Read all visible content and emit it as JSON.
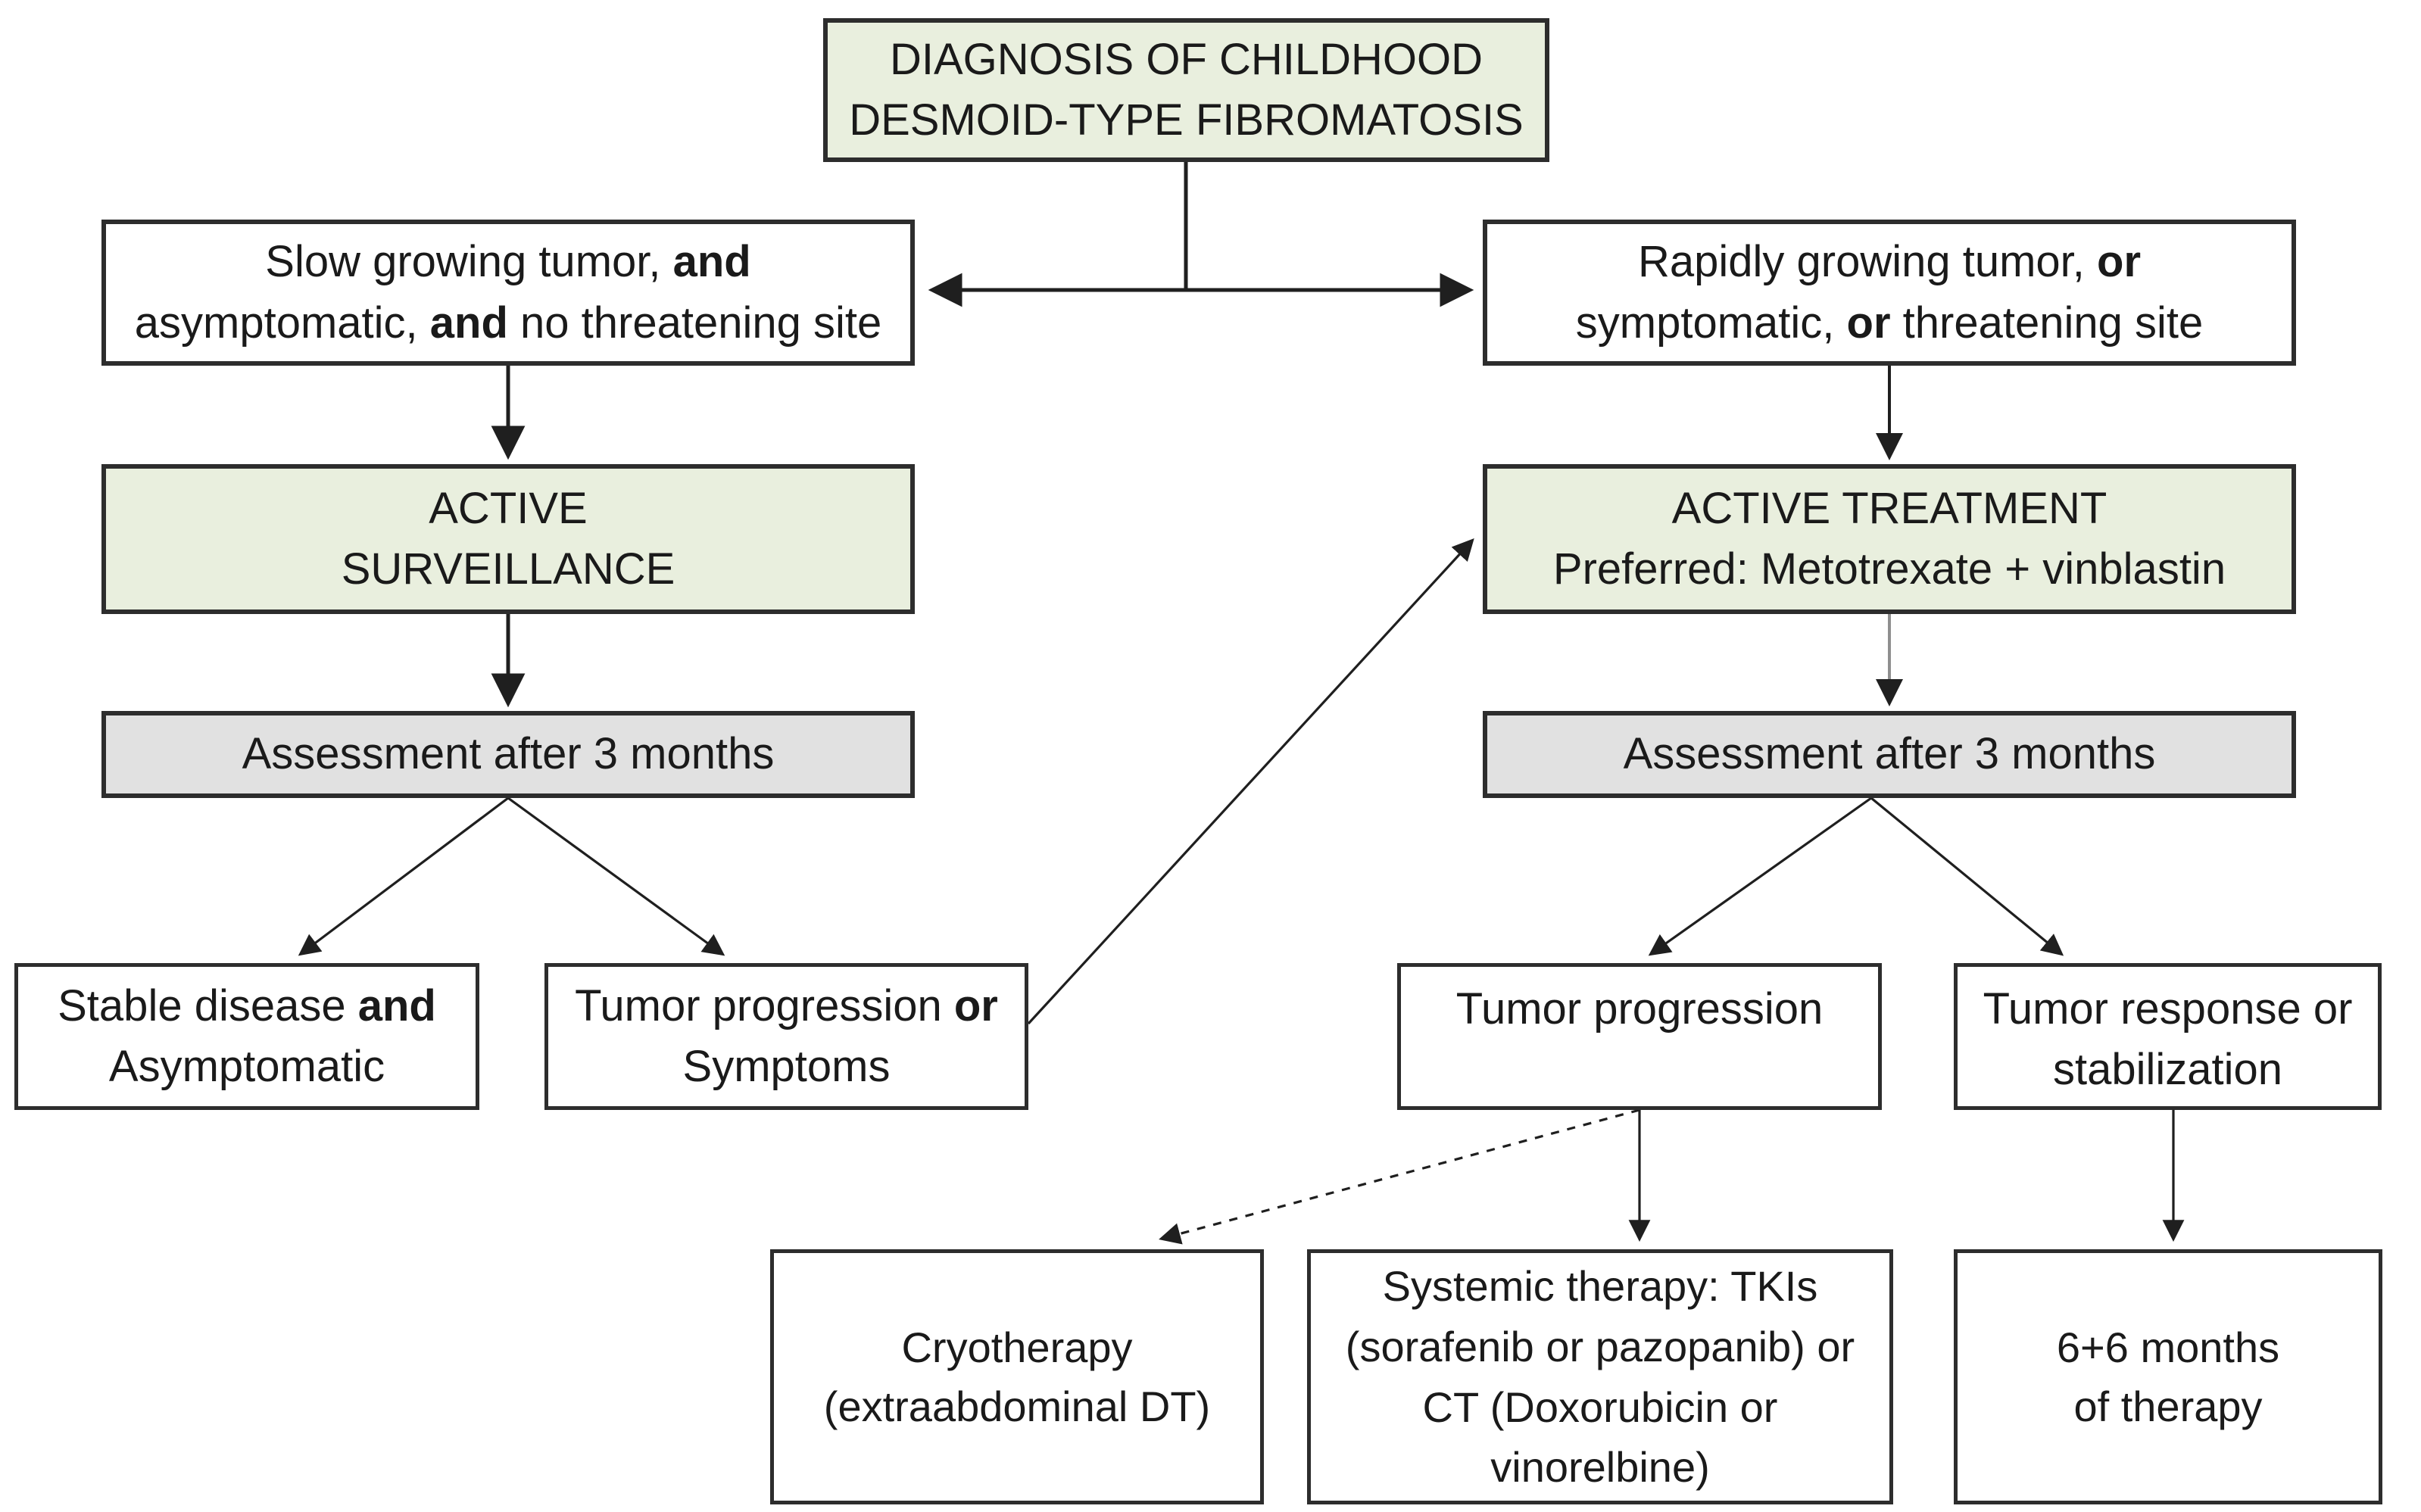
{
  "diagram": {
    "colors": {
      "node_green": "#e9efde",
      "node_gray": "#e1e1e1",
      "node_white": "#ffffff",
      "border": "#2d2d2d",
      "text": "#1a1a1a",
      "arrow": "#1f1f1f",
      "arrow_gray": "#8f8f8f"
    },
    "nodes": {
      "diagnosis": {
        "line1": "DIAGNOSIS OF CHILDHOOD",
        "line2": "DESMOID-TYPE FIBROMATOSIS"
      },
      "slow": {
        "l1a": "Slow growing tumor, ",
        "l1b": "and",
        "l2a": "asymptomatic, ",
        "l2b": "and",
        "l2c": " no threatening site"
      },
      "rapid": {
        "l1a": "Rapidly growing tumor, ",
        "l1b": "or",
        "l2a": "symptomatic, ",
        "l2b": "or",
        "l2c": " threatening site"
      },
      "surveillance": {
        "line1": "ACTIVE",
        "line2": "SURVEILLANCE"
      },
      "treatment": {
        "line1": "ACTIVE TREATMENT",
        "line2": "Preferred: Metotrexate + vinblastin"
      },
      "assessment_left": {
        "label": "Assessment after 3 months"
      },
      "assessment_right": {
        "label": "Assessment after 3 months"
      },
      "stable": {
        "l1a": "Stable disease ",
        "l1b": "and",
        "line2": "Asymptomatic"
      },
      "progression_symptoms": {
        "l1a": "Tumor progression ",
        "l1b": "or",
        "line2": "Symptoms"
      },
      "tumor_progression": {
        "label": "Tumor progression"
      },
      "tumor_response": {
        "line1": "Tumor response or",
        "line2": "stabilization"
      },
      "cryotherapy": {
        "line1": "Cryotherapy",
        "line2": "(extraabdominal DT)"
      },
      "systemic": {
        "line1": "Systemic therapy: TKIs",
        "line2": "(sorafenib or pazopanib) or",
        "line3": "CT (Doxorubicin or",
        "line4": "vinorelbine)"
      },
      "six_six": {
        "line1": "6+6 months",
        "line2": "of therapy"
      }
    }
  }
}
